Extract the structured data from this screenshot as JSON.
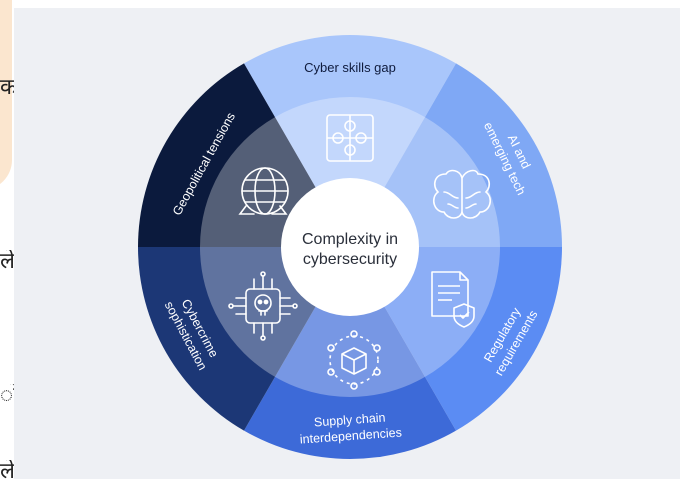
{
  "left_strip": {
    "glyphs": [
      "क",
      "ले",
      "ों",
      "ले"
    ]
  },
  "diagram": {
    "center_label_lines": [
      "Complexity in",
      "cybersecurity"
    ],
    "colors": {
      "top": "#a9c6fb",
      "top_right": "#7fa8f5",
      "right": "#5b8cf3",
      "bottom": "#3d6ad8",
      "bottom_left": "#1c3776",
      "left_top": "#0b1a3d",
      "inner_tint": "rgba(255,255,255,0.30)"
    },
    "segments": [
      {
        "id": "cyber-skills-gap",
        "lines": [
          "Cyber skills gap"
        ],
        "icon": "puzzle-icon"
      },
      {
        "id": "ai-emerging-tech",
        "lines": [
          "AI and",
          "emerging tech"
        ],
        "icon": "brain-icon"
      },
      {
        "id": "regulatory-requirements",
        "lines": [
          "Regulatory",
          "requirements"
        ],
        "icon": "document-shield-icon"
      },
      {
        "id": "supply-chain",
        "lines": [
          "Supply chain",
          "interdependencies"
        ],
        "icon": "cube-network-icon"
      },
      {
        "id": "cybercrime",
        "lines": [
          "Cybercrime",
          "sophistication"
        ],
        "icon": "skull-chip-icon"
      },
      {
        "id": "geopolitical",
        "lines": [
          "Geopolitical tensions"
        ],
        "icon": "globe-icon"
      }
    ]
  }
}
